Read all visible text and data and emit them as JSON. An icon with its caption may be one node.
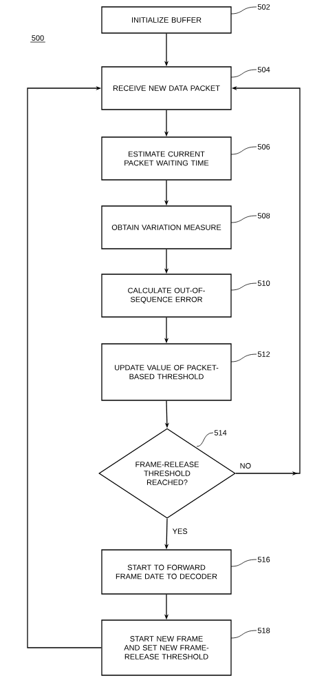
{
  "diagram": {
    "nodes": [
      {
        "text": [
          "INITIALIZE BUFFER"
        ],
        "beside": [
          "502"
        ]
      },
      {
        "text": [
          "RECEIVE NEW DATA PACKET"
        ],
        "beside": [
          "504"
        ]
      },
      {
        "text": [
          "ESTIMATE CURRENT PACKET WAITING TIME"
        ],
        "beside": [
          "506"
        ]
      },
      {
        "text": [
          "OBTAIN VARIATION MEASURE"
        ],
        "beside": [
          "508"
        ]
      },
      {
        "text": [
          "CALCULATE OUT-OF-SEQUENCE ERROR"
        ],
        "beside": [
          "510"
        ]
      },
      {
        "text": [
          "UPDATE VALUE OF PACKET-BASED THRESHOLD"
        ],
        "beside": [
          "512"
        ]
      },
      {
        "text": [
          "FRAME-RELEASE THRESHOLD REACHED?"
        ],
        "beside": [
          "514"
        ]
      },
      {
        "text": [
          "START TO FORWARD FRAME DATE TO DECODER"
        ],
        "beside": [
          "516"
        ]
      },
      {
        "text": [
          "START NEW FRAME AND SET NEW FRAME-RELEASE THRESHOLD"
        ],
        "beside": [
          "518"
        ]
      }
    ],
    "edges": [
      {
        "from": 0,
        "to": 1,
        "arrow": "to"
      },
      {
        "from": 1,
        "to": 2,
        "arrow": "to"
      },
      {
        "from": 2,
        "to": 3,
        "arrow": "to"
      },
      {
        "from": 3,
        "to": 4,
        "arrow": "to"
      },
      {
        "from": 4,
        "to": 5,
        "arrow": "to"
      },
      {
        "from": 5,
        "to": 6,
        "arrow": "to"
      },
      {
        "from": 6,
        "to": 7,
        "arrow": "to",
        "label": "YES"
      },
      {
        "from": 6,
        "to": 1,
        "arrow": "to",
        "label": "NO"
      },
      {
        "from": 7,
        "to": 8,
        "arrow": "to"
      },
      {
        "from": 8,
        "to": 1,
        "arrow": "to"
      }
    ],
    "labels": [
      "500"
    ]
  }
}
